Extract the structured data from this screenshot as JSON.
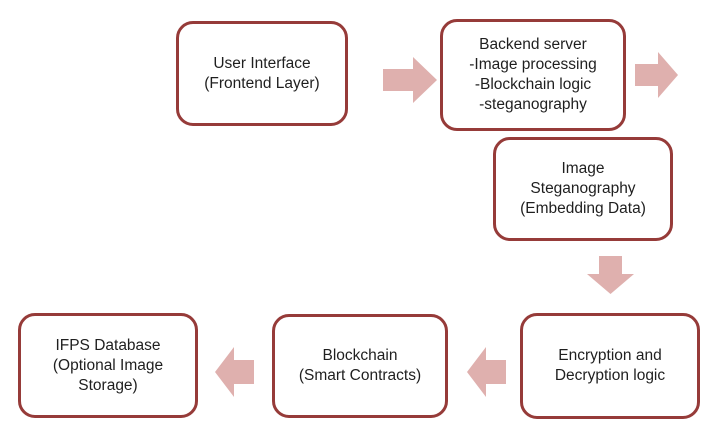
{
  "diagram": {
    "type": "flowchart",
    "background": "#ffffff",
    "colors": {
      "node_border": "#963b39",
      "node_fill": "#ffffff",
      "arrow_fill": "#dfb0ae",
      "text": "#1f1f1f"
    },
    "nodes": [
      {
        "id": "user-interface",
        "label": "User Interface (Frontend Layer)",
        "lines": [
          "User Interface",
          "(Frontend Layer)"
        ]
      },
      {
        "id": "backend-server",
        "label": "Backend server -Image processing -Blockchain logic -steganography",
        "lines": [
          "Backend server",
          "-Image processing",
          "-Blockchain logic",
          "-steganography"
        ]
      },
      {
        "id": "image-steganography",
        "label": "Image Steganography (Embedding Data)",
        "lines": [
          "Image",
          "Steganography",
          "(Embedding Data)"
        ]
      },
      {
        "id": "ifps-database",
        "label": "IFPS Database (Optional Image Storage)",
        "lines": [
          "IFPS Database",
          "(Optional Image",
          "Storage)"
        ]
      },
      {
        "id": "blockchain",
        "label": "Blockchain (Smart Contracts)",
        "lines": [
          "Blockchain",
          "(Smart Contracts)"
        ]
      },
      {
        "id": "encryption-decryption-logic",
        "label": "Encryption and Decryption logic",
        "lines": [
          "Encryption and",
          "Decryption logic"
        ]
      }
    ],
    "connections": [
      {
        "from": "user-interface",
        "to": "backend-server",
        "direction": "right"
      },
      {
        "from": "backend-server",
        "to": "offscreen-right",
        "direction": "right"
      },
      {
        "from": "image-steganography",
        "to": "encryption-decryption-logic",
        "direction": "down"
      },
      {
        "from": "encryption-decryption-logic",
        "to": "blockchain",
        "direction": "left"
      },
      {
        "from": "blockchain",
        "to": "ifps-database",
        "direction": "left"
      }
    ]
  }
}
